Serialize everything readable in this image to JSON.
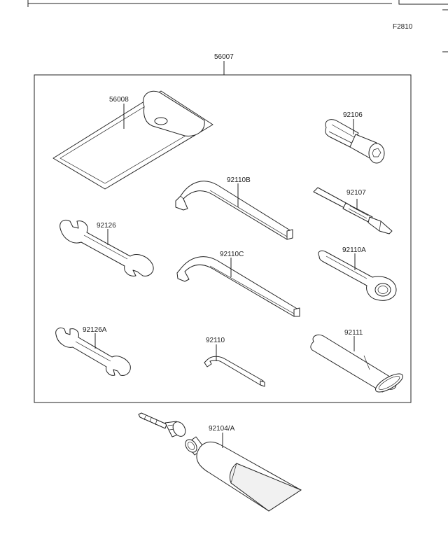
{
  "figure_code": "F2810",
  "labels": {
    "kit": "56007",
    "pouch": "56008",
    "driver_handle": "92106",
    "screwdriver_bit": "92107",
    "hex_wrench_b": "92110B",
    "hex_wrench_c": "92110C",
    "box_wrench": "92110A",
    "open_wrench": "92126",
    "open_wrench_a": "92126A",
    "hex_wrench": "92110",
    "extension": "92111",
    "grease_tube": "92104/A"
  }
}
